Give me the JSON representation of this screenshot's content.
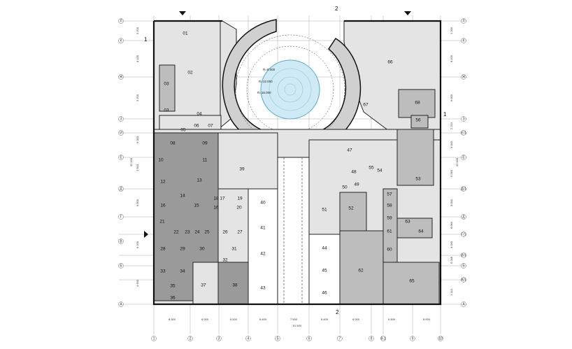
{
  "rooms": [
    {
      "id": "01",
      "label": "01"
    },
    {
      "id": "02",
      "label": "02"
    },
    {
      "id": "03a",
      "label": "03"
    },
    {
      "id": "03b",
      "label": "03"
    },
    {
      "id": "04",
      "label": "04"
    },
    {
      "id": "05",
      "label": "05"
    },
    {
      "id": "06",
      "label": "06"
    },
    {
      "id": "07",
      "label": "07"
    },
    {
      "id": "08",
      "label": "08"
    },
    {
      "id": "09",
      "label": "09"
    },
    {
      "id": "10",
      "label": "10"
    },
    {
      "id": "11",
      "label": "11"
    },
    {
      "id": "12",
      "label": "12"
    },
    {
      "id": "13",
      "label": "13"
    },
    {
      "id": "14",
      "label": "14"
    },
    {
      "id": "15",
      "label": "15"
    },
    {
      "id": "16a",
      "label": "16"
    },
    {
      "id": "16b",
      "label": "16"
    },
    {
      "id": "17",
      "label": "17"
    },
    {
      "id": "18",
      "label": "18"
    },
    {
      "id": "19",
      "label": "19"
    },
    {
      "id": "20",
      "label": "20"
    },
    {
      "id": "21",
      "label": "21"
    },
    {
      "id": "22",
      "label": "22"
    },
    {
      "id": "23",
      "label": "23"
    },
    {
      "id": "24",
      "label": "24"
    },
    {
      "id": "25",
      "label": "25"
    },
    {
      "id": "26",
      "label": "26"
    },
    {
      "id": "27",
      "label": "27"
    },
    {
      "id": "28",
      "label": "28"
    },
    {
      "id": "29",
      "label": "29"
    },
    {
      "id": "30",
      "label": "30"
    },
    {
      "id": "31",
      "label": "31"
    },
    {
      "id": "32",
      "label": "32"
    },
    {
      "id": "33",
      "label": "33"
    },
    {
      "id": "34",
      "label": "34"
    },
    {
      "id": "35",
      "label": "35"
    },
    {
      "id": "36",
      "label": "36"
    },
    {
      "id": "37",
      "label": "37"
    },
    {
      "id": "38",
      "label": "38"
    },
    {
      "id": "39",
      "label": "39"
    },
    {
      "id": "40",
      "label": "40"
    },
    {
      "id": "41",
      "label": "41"
    },
    {
      "id": "42",
      "label": "42"
    },
    {
      "id": "43",
      "label": "43"
    },
    {
      "id": "44",
      "label": "44"
    },
    {
      "id": "45",
      "label": "45"
    },
    {
      "id": "46",
      "label": "46"
    },
    {
      "id": "47",
      "label": "47"
    },
    {
      "id": "48",
      "label": "48"
    },
    {
      "id": "49",
      "label": "49"
    },
    {
      "id": "50",
      "label": "50"
    },
    {
      "id": "51",
      "label": "51"
    },
    {
      "id": "52",
      "label": "52"
    },
    {
      "id": "53",
      "label": "53"
    },
    {
      "id": "54",
      "label": "54"
    },
    {
      "id": "55",
      "label": "55"
    },
    {
      "id": "56",
      "label": "56"
    },
    {
      "id": "57",
      "label": "57"
    },
    {
      "id": "58",
      "label": "58"
    },
    {
      "id": "59",
      "label": "59"
    },
    {
      "id": "60",
      "label": "60"
    },
    {
      "id": "61",
      "label": "61"
    },
    {
      "id": "62",
      "label": "62"
    },
    {
      "id": "63",
      "label": "63"
    },
    {
      "id": "64",
      "label": "64"
    },
    {
      "id": "65",
      "label": "65"
    },
    {
      "id": "66",
      "label": "66"
    },
    {
      "id": "67",
      "label": "67"
    },
    {
      "id": "68",
      "label": "68"
    }
  ],
  "grid": {
    "columns": [
      "1",
      "2",
      "3",
      "4",
      "5",
      "6",
      "7",
      "8",
      "8-1",
      "9",
      "10"
    ],
    "rows_right": [
      "Л",
      "К",
      "Ж",
      "З",
      "Е/1",
      "Е",
      "Д/1",
      "Д",
      "Г/1",
      "В/1",
      "Б",
      "А/1",
      "А"
    ],
    "rows_left": [
      "Л",
      "К",
      "Ж",
      "З",
      "И",
      "Е",
      "Д",
      "Г",
      "В",
      "Б",
      "А"
    ]
  },
  "dims": {
    "bottom": [
      "8 300",
      "6 000",
      "6 500",
      "6 400",
      "7 500",
      "6 400",
      "6 000",
      "6 500",
      "8 000"
    ],
    "bottom_total": "61 500",
    "right": [
      "1 200",
      "8 100",
      "9 600",
      "2 210",
      "3 040",
      "9 060",
      "3 040",
      "8 060",
      "3 040",
      "5 048",
      "1 110"
    ],
    "right_total": "32 000",
    "left": [
      "3 200",
      "8 100",
      "3 200",
      "9 000",
      "1 500",
      "9 900",
      "6 200",
      "4 900"
    ],
    "left_total": "32 000"
  },
  "ramp_notes": [
    "R=8.000",
    "R=12.000",
    "R=16.000"
  ],
  "section_marks": {
    "top": "2",
    "bottom": "2",
    "right": "1",
    "left": "1"
  }
}
